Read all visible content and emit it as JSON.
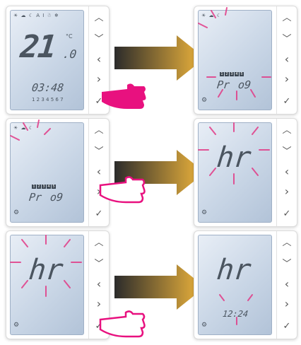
{
  "thermostat": {
    "icons_row": "☀ ☁ ☾ A I ☃ ❄",
    "temp_main": "21",
    "temp_decimal": ".0",
    "temp_unit": "°C",
    "time": "03:48",
    "days": "1 2 3 4 5 6 7",
    "prog_label": "Pr",
    "prog_number": "o9",
    "hr_label": "hr",
    "set_time": "12:24",
    "prog_boxes": [
      "1",
      "2",
      "3",
      "4",
      "5"
    ],
    "buttons": {
      "up": "︿",
      "down": "﹀",
      "left": "‹",
      "right": "›",
      "check": "✓"
    }
  },
  "colors": {
    "accent": "#e8117f",
    "flash": "#e23a86",
    "lcd": "#c9d6e6",
    "arrow_start": "#2b2b2b",
    "arrow_end": "#f2b73c"
  },
  "icon_names": [
    "sun-icon",
    "cloud-icon",
    "moon-icon",
    "snowflake-icon",
    "gear-icon",
    "hand-pointer-icon",
    "arrow-right-icon"
  ]
}
